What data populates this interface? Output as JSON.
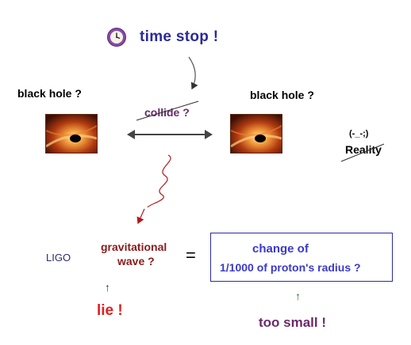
{
  "header": {
    "text": "time  stop  !",
    "icon": "clock-icon"
  },
  "left": {
    "label": "black hole ?",
    "image": "black-hole-image"
  },
  "right": {
    "label": "black hole ?",
    "image": "black-hole-image"
  },
  "collide": {
    "text": "collide ?"
  },
  "aside": {
    "face": "(-_-;)",
    "reality": "Reality"
  },
  "bottom": {
    "ligo": "LIGO",
    "gw_line1": "gravitational",
    "gw_line2": "wave  ?",
    "equals": "=",
    "box_line1": "change of",
    "box_line2": "1/1000  of proton's radius ?",
    "lie_arrow": "↑",
    "lie": "lie !",
    "small_arrow": "↑",
    "too_small": "too small  !"
  },
  "colors": {
    "title": "#2a2a9a",
    "collide": "#6a2a6a",
    "wave": "#8a1a1a",
    "box": "#3a3ac8",
    "lie": "#e02020",
    "arrow_green": "#1a7a1a"
  }
}
